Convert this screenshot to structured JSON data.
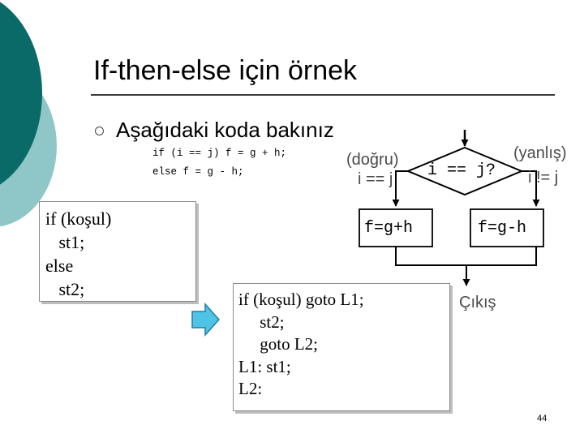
{
  "slide": {
    "title": "If-then-else için örnek",
    "bullet": "Aşağıdaki koda bakınız",
    "code_lines": [
      "if (i == j) f = g + h;",
      "else f = g - h;"
    ],
    "left_box_lines": [
      "if (koşul)",
      "   st1;",
      "else",
      "   st2;"
    ],
    "right_box_lines": [
      "if (koşul) goto L1;",
      "     st2;",
      "     goto L2;",
      "L1: st1;",
      "L2:"
    ],
    "page_number": "44"
  },
  "flowchart": {
    "condition": "i == j?",
    "true_label": "(doğru)",
    "true_cond": "i == j",
    "false_label": "(yanlış)",
    "false_cond": "i != j",
    "true_action": "f=g+h",
    "false_action": "f=g-h",
    "exit_label": "Çıkış"
  },
  "colors": {
    "teal_dark": "#0a6a67",
    "teal_light": "#8fc7c9",
    "arrow_fill": "#4fc3e6",
    "arrow_stroke": "#1f7ea3",
    "box_border": "#8a8a8a",
    "flow_line": "#000000"
  },
  "icons": [
    "hollow-circle-bullet-icon",
    "right-arrow-icon"
  ]
}
